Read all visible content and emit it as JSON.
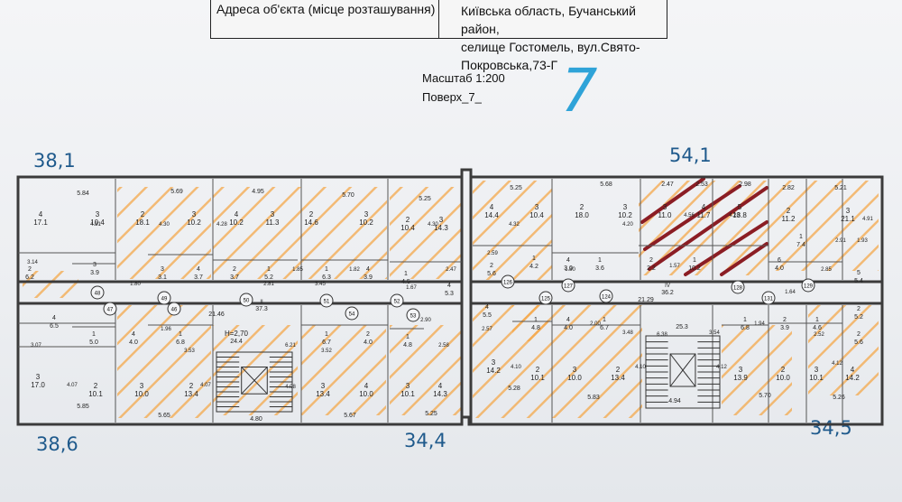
{
  "header": {
    "address_label": "Адреса об'єкта (місце розташування)",
    "address_line1": "Київська область, Бучанський район,",
    "address_line2": "селище Гостомель, вул.Свято-Покровська,73-Г"
  },
  "scale_label": "Масштаб 1:200",
  "floor_label": "Поверх_7_",
  "handwritten": {
    "floor_number": "7",
    "top_left": "38,1",
    "top_right": "54,1",
    "bottom_left": "38,6",
    "bottom_middle": "34,4",
    "bottom_right": "34,5"
  },
  "dimensions": {
    "top": [
      "5.84",
      "5.69",
      "4.95",
      "5.70",
      "5.25",
      "5.25",
      "5.68",
      "2.47",
      "2.53",
      "2.98",
      "2.82",
      "5.21"
    ],
    "bottom": [
      "5.85",
      "5.65",
      "4.80",
      "5.67",
      "5.25",
      "5.28",
      "5.83",
      "4.94",
      "5.70",
      "5.26"
    ],
    "corridor_left": "21.46",
    "corridor_right": "21.29",
    "misc": [
      "3.14",
      "1.80",
      "2.81",
      "3.45",
      "2.47",
      "2.59",
      "1.80",
      "1.57",
      "2.85",
      "3.07",
      "3.53",
      "3.52",
      "2.58",
      "2.57",
      "3.48",
      "3.54",
      "2.52",
      "4.07",
      "4.07",
      "4.08",
      "4.10",
      "4.10",
      "4.12",
      "4.12",
      "6.21",
      "6.38",
      "4.31",
      "4.30",
      "4.28",
      "4.30",
      "4.32",
      "4.20",
      "4.56",
      "4.28",
      "4.91",
      "1.85",
      "1.82",
      "1.67",
      "1.64",
      "1.96",
      "2.00",
      "1.94",
      "1.93",
      "2.91",
      "2.90"
    ]
  },
  "labels": {
    "h": "H=2,70",
    "corridor_left_area": "37.3",
    "corridor_left_num": "II",
    "corridor_right_area": "36.2",
    "corridor_right_num": "IV",
    "stair_left": "24.4",
    "stair_right": "25.3"
  },
  "apartment_circles": [
    "48",
    "49",
    "50",
    "51",
    "52",
    "47",
    "46",
    "54",
    "53",
    "126",
    "125",
    "127",
    "124",
    "128",
    "131",
    "129"
  ],
  "rooms_top": [
    {
      "n": "4",
      "a": "17.1"
    },
    {
      "n": "3",
      "a": "10.4"
    },
    {
      "n": "2",
      "a": "18.1"
    },
    {
      "n": "3",
      "a": "10.2"
    },
    {
      "n": "4",
      "a": "10.2"
    },
    {
      "n": "3",
      "a": "11.3"
    },
    {
      "n": "2",
      "a": "14.6"
    },
    {
      "n": "3",
      "a": "10.2"
    },
    {
      "n": "2",
      "a": "10.4"
    },
    {
      "n": "3",
      "a": "14.3"
    },
    {
      "n": "4",
      "a": "14.4"
    },
    {
      "n": "3",
      "a": "10.4"
    },
    {
      "n": "2",
      "a": "18.0"
    },
    {
      "n": "3",
      "a": "10.2"
    },
    {
      "n": "3",
      "a": "11.0"
    },
    {
      "n": "4",
      "a": "11.7"
    },
    {
      "n": "5",
      "a": "13.8"
    },
    {
      "n": "2",
      "a": "11.2"
    },
    {
      "n": "3",
      "a": "21.1"
    }
  ],
  "rooms_small_top": [
    {
      "n": "3",
      "a": "3.9"
    },
    {
      "n": "2",
      "a": "6.2"
    },
    {
      "n": "3",
      "a": "3.1"
    },
    {
      "n": "4",
      "a": "3.7"
    },
    {
      "n": "2",
      "a": "3.7"
    },
    {
      "n": "1",
      "a": "5.2"
    },
    {
      "n": "1",
      "a": "6.3"
    },
    {
      "n": "4",
      "a": "3.9"
    },
    {
      "n": "1",
      "a": "4.5"
    },
    {
      "n": "4",
      "a": "5.3"
    },
    {
      "n": "2",
      "a": "5.6"
    },
    {
      "n": "1",
      "a": "4.2"
    },
    {
      "n": "4",
      "a": "3.0"
    },
    {
      "n": "1",
      "a": "3.6"
    },
    {
      "n": "2",
      "a": "2.2"
    },
    {
      "n": "1",
      "a": "10.2"
    },
    {
      "n": "6",
      "a": "4.0"
    },
    {
      "n": "1",
      "a": "7.4"
    },
    {
      "n": "5",
      "a": "5.4"
    }
  ],
  "rooms_small_bottom": [
    {
      "n": "4",
      "a": "6.5"
    },
    {
      "n": "1",
      "a": "5.0"
    },
    {
      "n": "4",
      "a": "4.0"
    },
    {
      "n": "1",
      "a": "6.8"
    },
    {
      "n": "1",
      "a": "6.7"
    },
    {
      "n": "2",
      "a": "4.0"
    },
    {
      "n": "1",
      "a": "4.8"
    },
    {
      "n": "4",
      "a": "5.5"
    },
    {
      "n": "1",
      "a": "4.8"
    },
    {
      "n": "4",
      "a": "4.0"
    },
    {
      "n": "1",
      "a": "6.7"
    },
    {
      "n": "1",
      "a": "6.8"
    },
    {
      "n": "2",
      "a": "3.9"
    },
    {
      "n": "1",
      "a": "4.6"
    },
    {
      "n": "2",
      "a": "5.2"
    },
    {
      "n": "2",
      "a": "5.6"
    }
  ],
  "rooms_bottom": [
    {
      "n": "3",
      "a": "17.0"
    },
    {
      "n": "2",
      "a": "10.1"
    },
    {
      "n": "3",
      "a": "10.0"
    },
    {
      "n": "2",
      "a": "13.4"
    },
    {
      "n": "3",
      "a": "13.4"
    },
    {
      "n": "4",
      "a": "10.0"
    },
    {
      "n": "3",
      "a": "10.1"
    },
    {
      "n": "4",
      "a": "14.3"
    },
    {
      "n": "3",
      "a": "14.2"
    },
    {
      "n": "2",
      "a": "10.1"
    },
    {
      "n": "3",
      "a": "10.0"
    },
    {
      "n": "2",
      "a": "13.4"
    },
    {
      "n": "3",
      "a": "13.9"
    },
    {
      "n": "2",
      "a": "10.0"
    },
    {
      "n": "3",
      "a": "10.1"
    },
    {
      "n": "4",
      "a": "14.2"
    }
  ],
  "colors": {
    "wall": "#3b3b3b",
    "hatch": "#f5a84a",
    "strike": "#8b1d24",
    "ink": "#1f5a8c",
    "marker": "#2fa3d8"
  }
}
